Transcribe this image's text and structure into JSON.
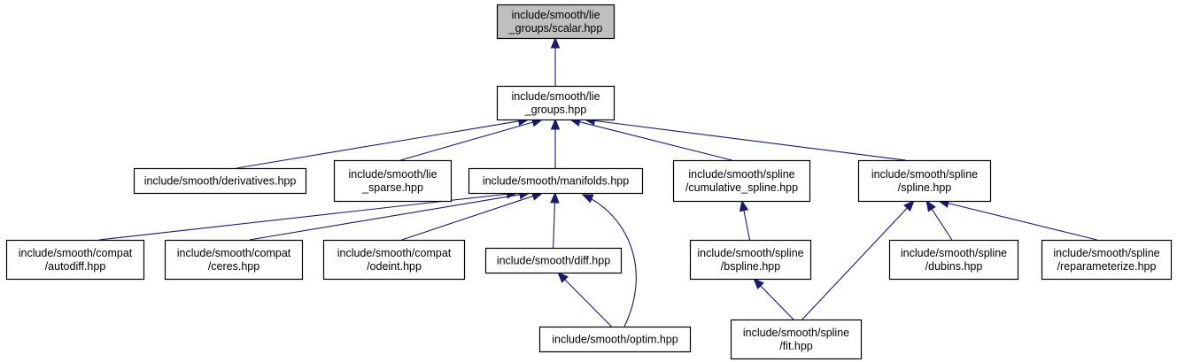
{
  "colors": {
    "edge": "#191970",
    "highlight_fill": "#bfbfbf",
    "node_fill": "#ffffff",
    "border": "#000000"
  },
  "nodes": [
    {
      "id": "scalar",
      "lines": [
        "include/smooth/lie",
        "_groups/scalar.hpp"
      ],
      "highlight": true
    },
    {
      "id": "lie_groups",
      "lines": [
        "include/smooth/lie",
        "_groups.hpp"
      ]
    },
    {
      "id": "derivatives",
      "lines": [
        "include/smooth/derivatives.hpp"
      ]
    },
    {
      "id": "lie_sparse",
      "lines": [
        "include/smooth/lie",
        "_sparse.hpp"
      ]
    },
    {
      "id": "manifolds",
      "lines": [
        "include/smooth/manifolds.hpp"
      ]
    },
    {
      "id": "cumulative_spline",
      "lines": [
        "include/smooth/spline",
        "/cumulative_spline.hpp"
      ]
    },
    {
      "id": "spline",
      "lines": [
        "include/smooth/spline",
        "/spline.hpp"
      ]
    },
    {
      "id": "autodiff",
      "lines": [
        "include/smooth/compat",
        "/autodiff.hpp"
      ]
    },
    {
      "id": "ceres",
      "lines": [
        "include/smooth/compat",
        "/ceres.hpp"
      ]
    },
    {
      "id": "odeint",
      "lines": [
        "include/smooth/compat",
        "/odeint.hpp"
      ]
    },
    {
      "id": "diff",
      "lines": [
        "include/smooth/diff.hpp"
      ]
    },
    {
      "id": "bspline",
      "lines": [
        "include/smooth/spline",
        "/bspline.hpp"
      ]
    },
    {
      "id": "dubins",
      "lines": [
        "include/smooth/spline",
        "/dubins.hpp"
      ]
    },
    {
      "id": "reparameterize",
      "lines": [
        "include/smooth/spline",
        "/reparameterize.hpp"
      ]
    },
    {
      "id": "optim",
      "lines": [
        "include/smooth/optim.hpp"
      ]
    },
    {
      "id": "fit",
      "lines": [
        "include/smooth/spline",
        "/fit.hpp"
      ]
    }
  ],
  "edges": [
    {
      "from": "lie_groups",
      "to": "scalar"
    },
    {
      "from": "derivatives",
      "to": "lie_groups"
    },
    {
      "from": "lie_sparse",
      "to": "lie_groups"
    },
    {
      "from": "manifolds",
      "to": "lie_groups"
    },
    {
      "from": "cumulative_spline",
      "to": "lie_groups"
    },
    {
      "from": "spline",
      "to": "lie_groups"
    },
    {
      "from": "autodiff",
      "to": "manifolds"
    },
    {
      "from": "ceres",
      "to": "manifolds"
    },
    {
      "from": "odeint",
      "to": "manifolds"
    },
    {
      "from": "diff",
      "to": "manifolds"
    },
    {
      "from": "optim",
      "to": "manifolds"
    },
    {
      "from": "optim",
      "to": "diff"
    },
    {
      "from": "bspline",
      "to": "cumulative_spline"
    },
    {
      "from": "fit",
      "to": "bspline"
    },
    {
      "from": "fit",
      "to": "spline"
    },
    {
      "from": "dubins",
      "to": "spline"
    },
    {
      "from": "reparameterize",
      "to": "spline"
    }
  ]
}
